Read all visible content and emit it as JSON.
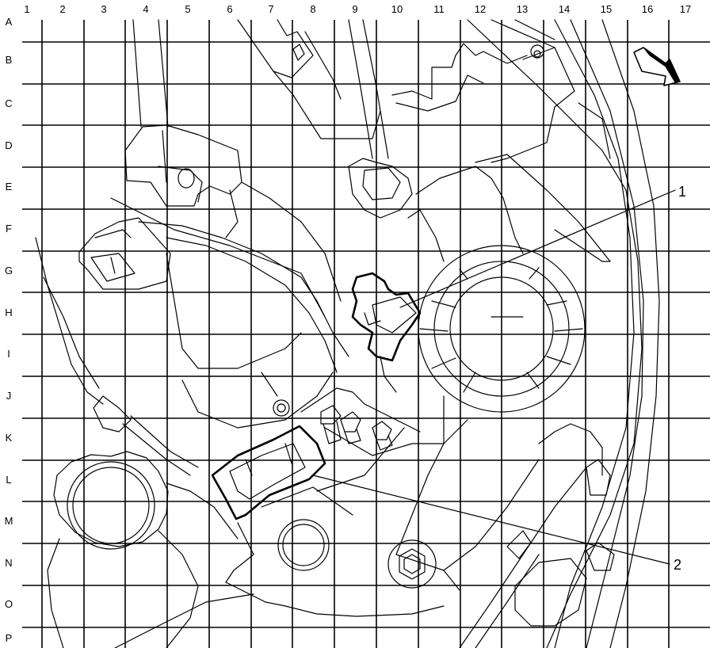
{
  "grid": {
    "columns": [
      "1",
      "2",
      "3",
      "4",
      "5",
      "6",
      "7",
      "8",
      "9",
      "10",
      "11",
      "12",
      "13",
      "14",
      "15",
      "16",
      "17"
    ],
    "rows": [
      "A",
      "B",
      "C",
      "D",
      "E",
      "F",
      "G",
      "H",
      "I",
      "J",
      "K",
      "L",
      "M",
      "N",
      "O",
      "P"
    ]
  },
  "callouts": [
    {
      "label": "1"
    },
    {
      "label": "2"
    }
  ],
  "icons": [
    "direction-arrow-icon"
  ]
}
